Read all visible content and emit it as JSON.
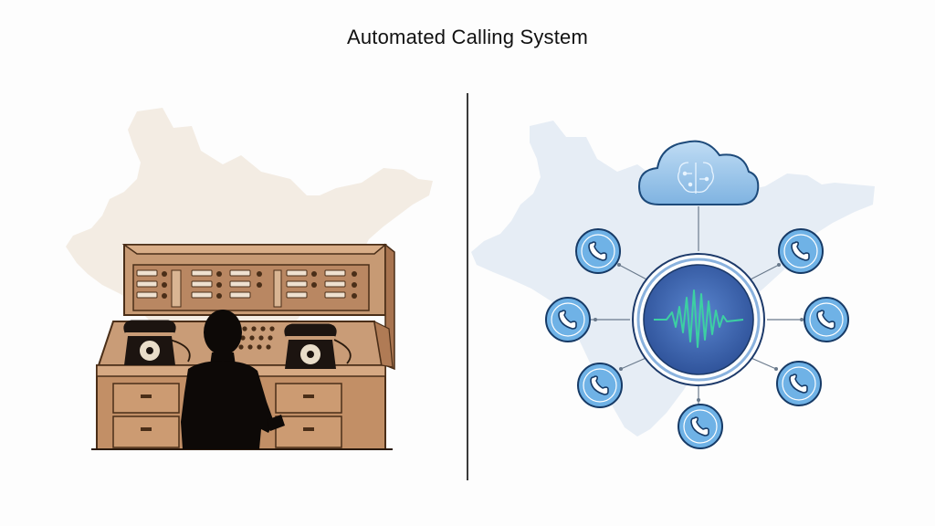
{
  "title": "Automated Calling System",
  "colors": {
    "map_left": "#f3ece3",
    "map_right": "#e6edf5",
    "desk": "#c08f68",
    "desk_dark": "#5a3a22",
    "node_blue": "#6fb2e6",
    "hub_blue": "#3e6db9",
    "waveform": "#3cd0a2"
  },
  "icons": {
    "left_scene": [
      "switchboard-console",
      "rotary-phone-icon",
      "rotary-phone-icon",
      "operator-silhouette"
    ],
    "right_scene": [
      "cloud-ai-icon",
      "waveform-hub",
      "phone-icon"
    ]
  }
}
